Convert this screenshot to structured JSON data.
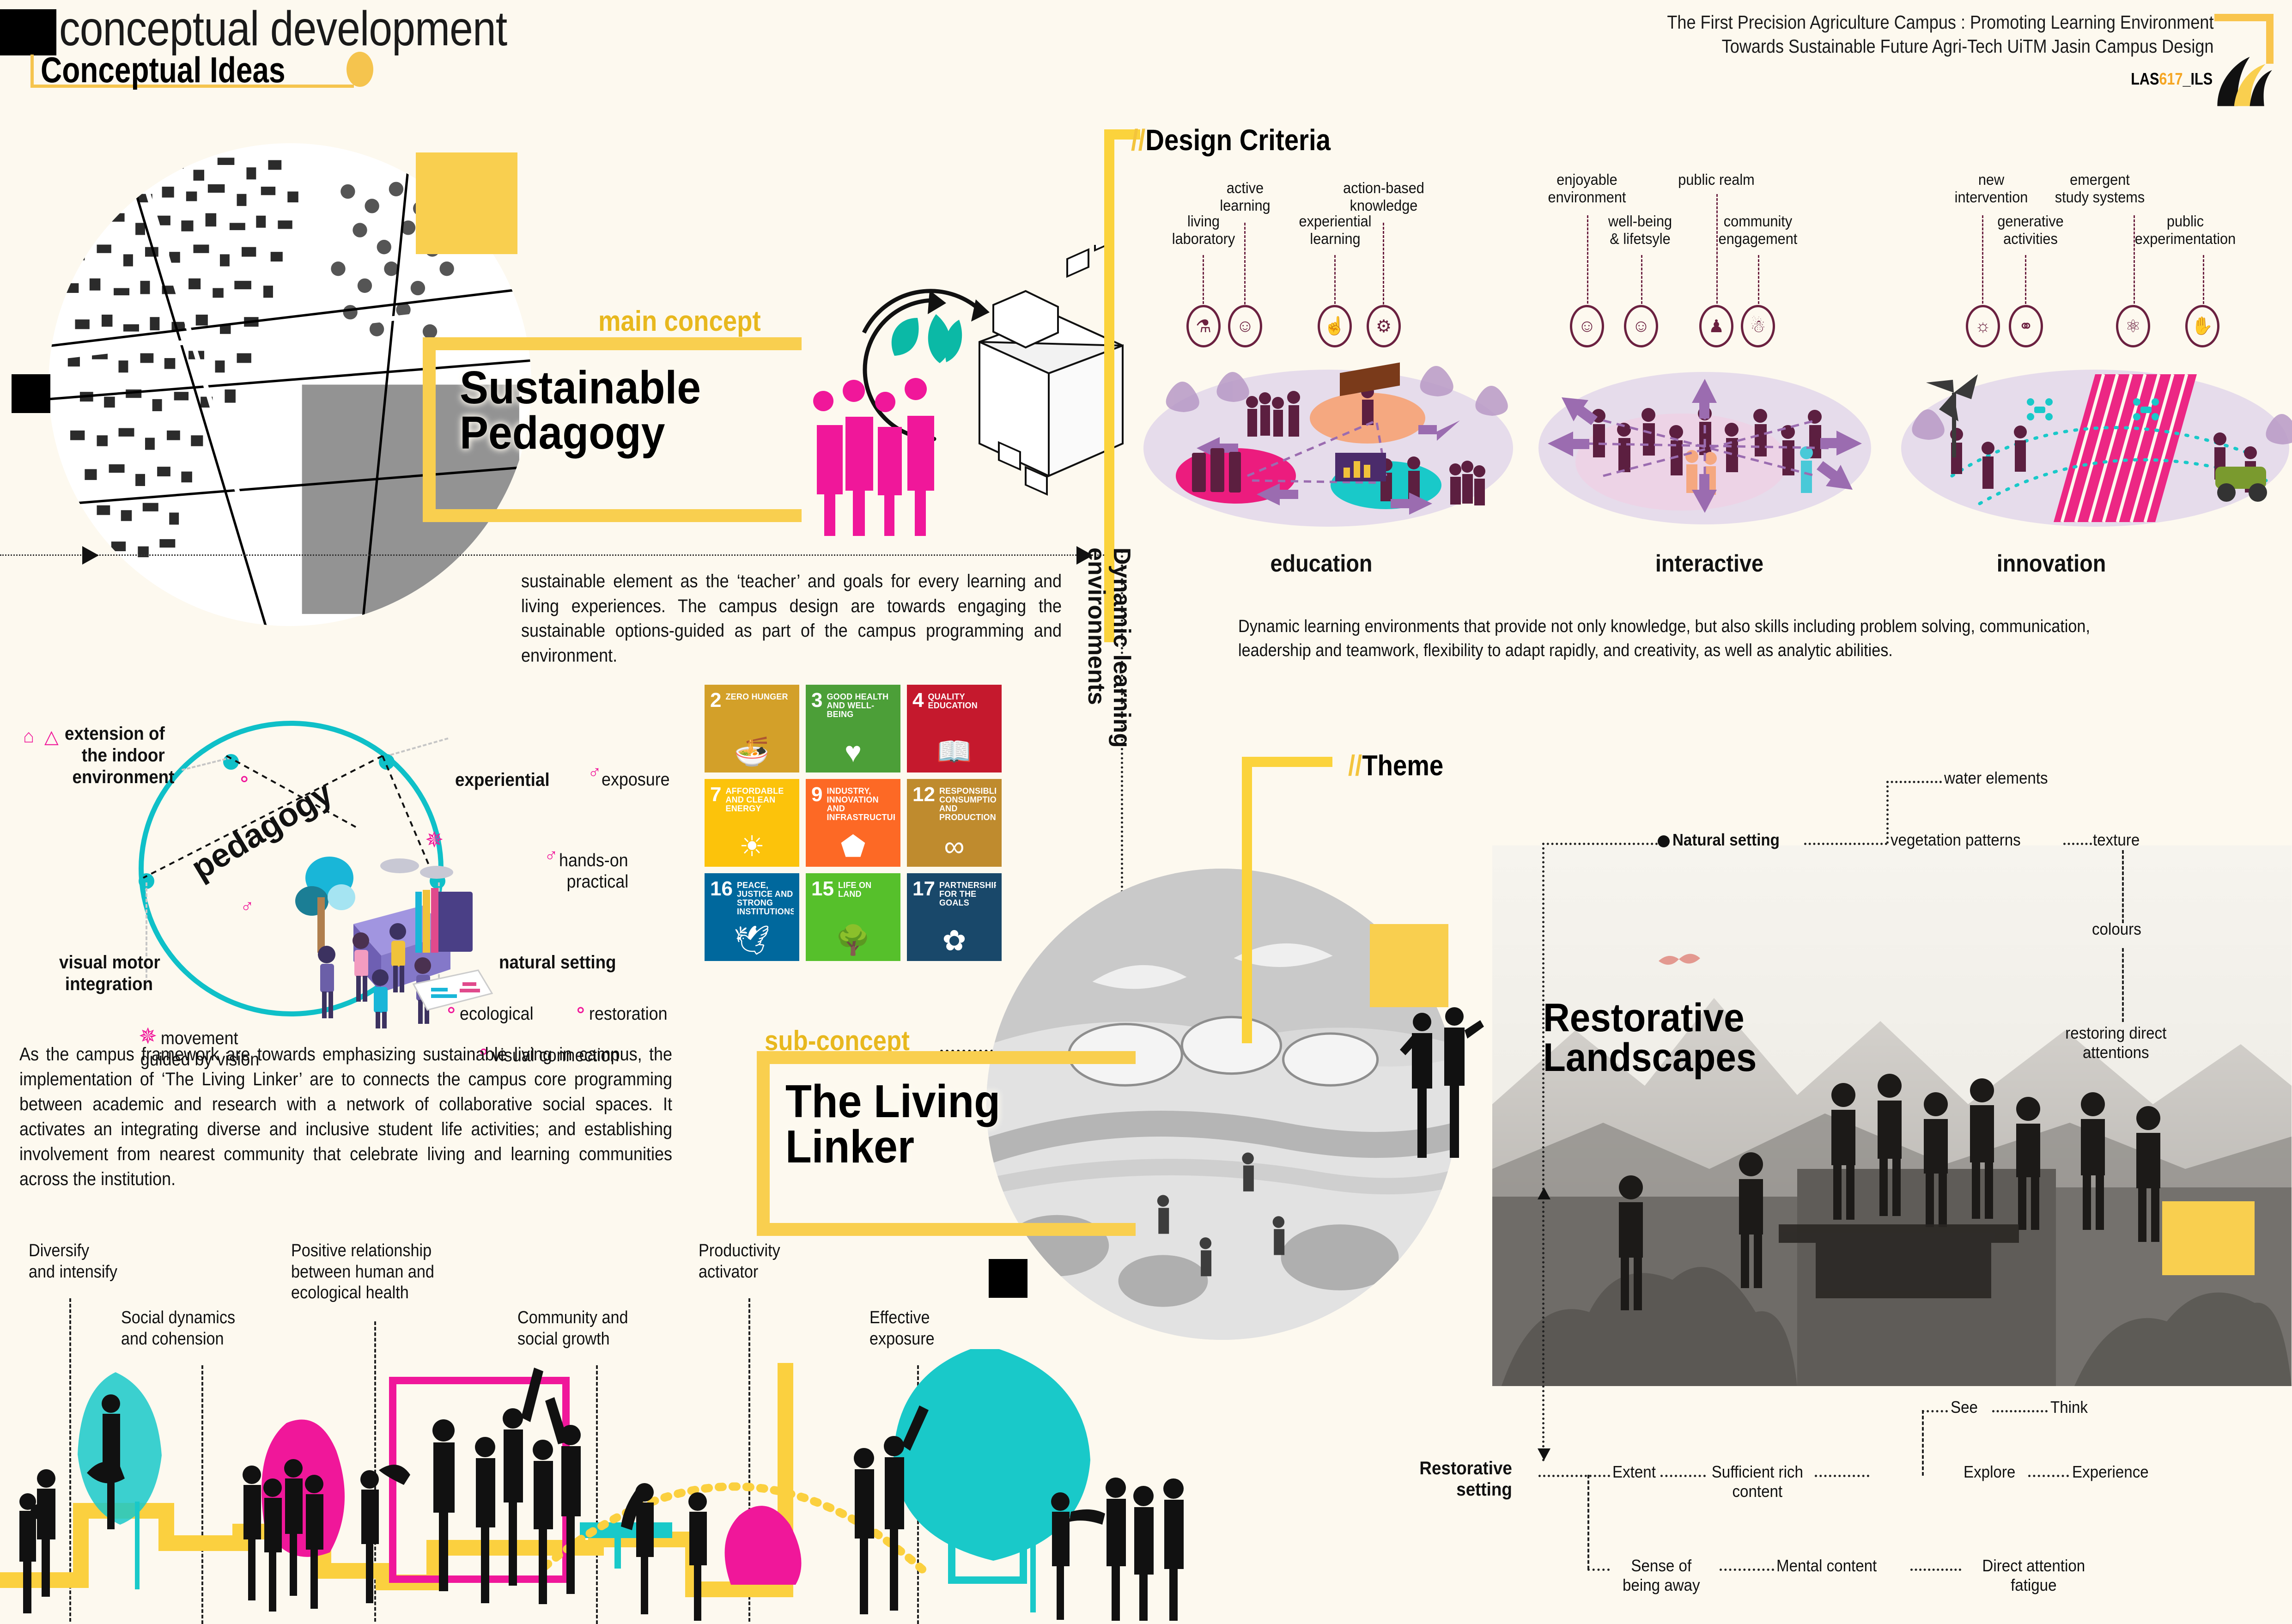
{
  "header": {
    "title_small": "conceptual development",
    "title_big": "Conceptual Ideas",
    "project_line1": "The First Precision Agriculture Campus : Promoting Learning Environment",
    "project_line2": "Towards Sustainable Future Agri-Tech UiTM Jasin Campus Design",
    "code_prefix": "LAS",
    "code_mid": "617",
    "code_suffix": "_ILS"
  },
  "main_concept": {
    "eyebrow": "main concept",
    "title_line1": "Sustainable",
    "title_line2": "Pedagogy",
    "paragraph": "sustainable element as the ‘teacher’ and goals for every learning and living experiences. The campus design are towards engaging the sustainable options-guided as part of the campus programming and environment."
  },
  "design_criteria": {
    "slashes": "//",
    "title": "Design Criteria",
    "vertical_label_line1": "Dynamic learning",
    "vertical_label_line2": "environments",
    "paragraph": "Dynamic learning environments that provide not only knowledge, but also skills including problem solving, communication, leadership and teamwork, flexibility to adapt rapidly, and creativity, as well as analytic abilities.",
    "groups": [
      {
        "name": "education",
        "criteria": [
          {
            "label": "living laboratory",
            "icon": "microscope-icon",
            "glyph": "⚗"
          },
          {
            "label": "active learning",
            "icon": "idea-person-icon",
            "glyph": "☼"
          },
          {
            "label": "experiential learning",
            "icon": "touch-hand-icon",
            "glyph": "☝"
          },
          {
            "label": "action-based knowledge",
            "icon": "head-gear-icon",
            "glyph": "⚙"
          }
        ]
      },
      {
        "name": "interactive",
        "criteria": [
          {
            "label": "enjoyable environment",
            "icon": "person-smile-icon",
            "glyph": "☺"
          },
          {
            "label": "well-being & lifetsyle",
            "icon": "wellbeing-icon",
            "glyph": "☸"
          },
          {
            "label": "public realm",
            "icon": "people-group-icon",
            "glyph": "⚇"
          },
          {
            "label": "community engagement",
            "icon": "community-icon",
            "glyph": "⚬"
          }
        ]
      },
      {
        "name": "innovation",
        "criteria": [
          {
            "label": "new intervention",
            "icon": "lightbulb-icon",
            "glyph": "☀"
          },
          {
            "label": "generative activities",
            "icon": "dna-icon",
            "glyph": "⎄"
          },
          {
            "label": "emergent study systems",
            "icon": "atom-icon",
            "glyph": "⁂"
          },
          {
            "label": "public experimentation",
            "icon": "raised-hands-icon",
            "glyph": "✋"
          }
        ]
      }
    ]
  },
  "pedagogy_wheel": {
    "center_word": "pedagogy",
    "labels": {
      "top_left": "extension of\nthe indoor\nenvironment",
      "top_right": "experiential",
      "top_right_tag": "exposure",
      "right_1": "hands-on\npractical",
      "right_2": "natural setting",
      "right_3": "ecological",
      "right_4": "restoration",
      "right_5": "visual connection",
      "bottom_left": "visual motor\nintegration",
      "bottom_center": "movement\nguided by vision"
    },
    "icons": {
      "home": "home-icon",
      "tree": "tree-icon",
      "person": "person-icon",
      "gear": "gear-icon",
      "leaf": "leaf-icon"
    }
  },
  "sdg_goals": [
    {
      "number": "2",
      "title": "ZERO HUNGER",
      "color": "#d3a029",
      "glyph": "🍜"
    },
    {
      "number": "3",
      "title": "GOOD HEALTH AND WELL-BEING",
      "color": "#4c9f38",
      "glyph": "♥"
    },
    {
      "number": "4",
      "title": "QUALITY EDUCATION",
      "color": "#c5192d",
      "glyph": "📖"
    },
    {
      "number": "7",
      "title": "AFFORDABLE AND CLEAN ENERGY",
      "color": "#fcc30b",
      "glyph": "☀"
    },
    {
      "number": "9",
      "title": "INDUSTRY, INNOVATION AND INFRASTRUCTURE",
      "color": "#fd6925",
      "glyph": "⬟"
    },
    {
      "number": "12",
      "title": "RESPONSIBLE CONSUMPTION AND PRODUCTION",
      "color": "#bf8b2e",
      "glyph": "∞"
    },
    {
      "number": "16",
      "title": "PEACE, JUSTICE AND STRONG INSTITUTIONS",
      "color": "#00689d",
      "glyph": "🕊"
    },
    {
      "number": "15",
      "title": "LIFE ON LAND",
      "color": "#56c02b",
      "glyph": "🌳"
    },
    {
      "number": "17",
      "title": "PARTNERSHIPS FOR THE GOALS",
      "color": "#19486a",
      "glyph": "✿"
    }
  ],
  "sub_concept": {
    "eyebrow": "sub-concept",
    "title_line1": "The Living",
    "title_line2": "Linker",
    "paragraph": "As the campus framework are towards emphasizing sustainable living in campus, the implementation of ‘The Living Linker’ are to connects the campus core programming between academic and research with a network of collaborative social spaces. It activates an integrating diverse and inclusive student life activities; and establishing involvement from nearest community that celebrate living and learning communities across the institution."
  },
  "theme": {
    "slashes": "//",
    "title": "Theme",
    "landscape_title_line1": "Restorative",
    "landscape_title_line2": "Landscapes",
    "natural_setting": "Natural setting",
    "branches": [
      "water elements",
      "vegetation patterns",
      "texture",
      "colours",
      "restoring direct attentions"
    ],
    "restorative_setting": "Restorative\nsetting",
    "restorative_branches": {
      "row1": [
        "Extent",
        "Sufficient rich content",
        "Explore",
        "Experience"
      ],
      "row_top": [
        "See",
        "Think"
      ],
      "row2": [
        "Sense of being away",
        "Mental content",
        "Direct attention fatigue"
      ]
    }
  },
  "bottom_labels": [
    "Diversify\nand intensify",
    "Social dynamics\nand cohension",
    "Positive relationship\nbetween human and\necological health",
    "Community and\nsocial growth",
    "Productivity\nactivator",
    "Effective\nexposure"
  ],
  "colors": {
    "background": "#fdf9ef",
    "yellow": "#f9cf4f",
    "yellow_dark": "#e8b81e",
    "teal": "#0fc0c8",
    "magenta": "#f0179a",
    "maroon": "#6b2140",
    "black": "#000000"
  }
}
